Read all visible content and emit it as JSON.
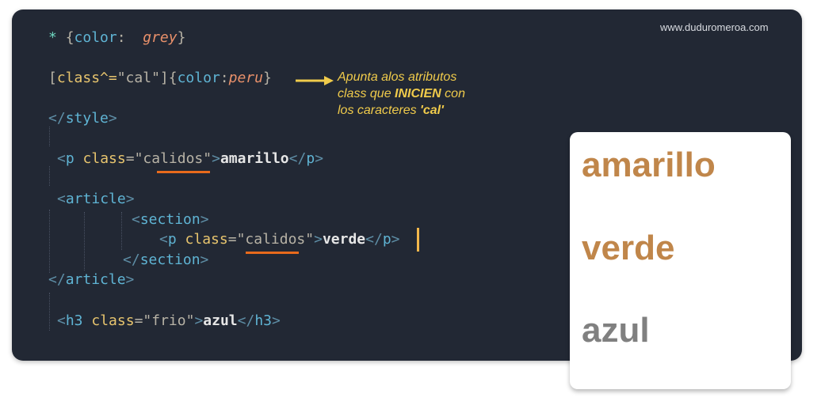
{
  "watermark": "www.duduromeroa.com",
  "code": {
    "line1": {
      "selector": "*",
      "open": "{",
      "prop": "color",
      "colon": ":",
      "value": "grey",
      "close": "}"
    },
    "line2": {
      "lb": "[",
      "attr": "class",
      "op": "^=",
      "str": "\"cal\"",
      "rb": "]",
      "open": "{",
      "prop": "color",
      "colon": ":",
      "value": "peru",
      "close": "}"
    },
    "line3": {
      "open": "</",
      "tag": "style",
      "close": ">"
    },
    "line4": {
      "lt": "<",
      "tag": "p",
      "attr": "class",
      "eq": "=",
      "q1": "\"",
      "val": "calidos",
      "q2": "\"",
      "gt": ">",
      "text": "amarillo",
      "end_lt": "</",
      "end_tag": "p",
      "end_gt": ">"
    },
    "line5": {
      "lt": "<",
      "tag": "article",
      "gt": ">"
    },
    "line6": {
      "lt": "<",
      "tag": "section",
      "gt": ">"
    },
    "line7": {
      "lt": "<",
      "tag": "p",
      "attr": "class",
      "eq": "=",
      "q1": "\"",
      "val": "calidos",
      "q2": "\"",
      "gt": ">",
      "text": "verde",
      "end_lt": "</",
      "end_tag": "p",
      "end_gt": ">"
    },
    "line8": {
      "lt": "</",
      "tag": "section",
      "gt": ">"
    },
    "line9": {
      "lt": "</",
      "tag": "article",
      "gt": ">"
    },
    "line10": {
      "lt": "<",
      "tag": "h3",
      "attr": "class",
      "eq": "=",
      "str": "\"frio\"",
      "gt": ">",
      "text": "azul",
      "end_lt": "</",
      "end_tag": "h3",
      "end_gt": ">"
    }
  },
  "annotation": {
    "line1": "Apunta alos atributos",
    "line2_a": "class que ",
    "line2_b": "INICIEN",
    "line2_c": " con",
    "line3_a": "los caracteres ",
    "line3_b": "'cal'"
  },
  "preview": {
    "items": [
      {
        "text": "amarillo",
        "color": "#c0864a"
      },
      {
        "text": "verde",
        "color": "#c0864a"
      },
      {
        "text": "azul",
        "color": "#808080"
      }
    ]
  },
  "colors": {
    "panel_bg": "#222834",
    "annotation": "#f0cb4b",
    "underline": "#e86a1c",
    "cursor": "#f3b84b",
    "peru": "#c0864a",
    "grey": "#808080"
  }
}
